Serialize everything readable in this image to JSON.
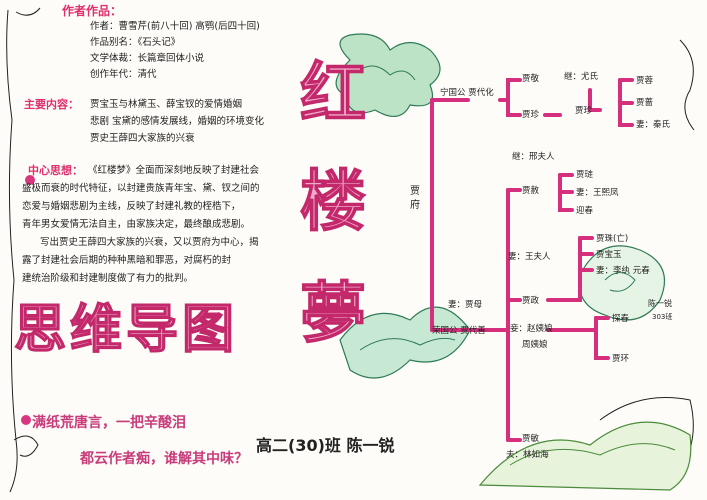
{
  "author_info": {
    "heading": "作者作品：",
    "lines": [
      "作者：曹雪芹(前八十回) 高鹗(后四十回)",
      "作品别名：《石头记》",
      "文学体裁：长篇章回体小说",
      "创作年代：清代"
    ]
  },
  "main_content": {
    "heading": "主要内容：",
    "lines": [
      "贾宝玉与林黛玉、薛宝钗的爱情婚姻",
      "悲剧 宝黛的感情发展线，婚姻的环境变化",
      "贾史王薛四大家族的兴衰"
    ]
  },
  "central_idea": {
    "heading": "中心思想：",
    "lines": [
      "《红楼梦》全面而深刻地反映了封建社会",
      "盛极而衰的时代特征，以封建贵族青年宝、黛、钗之间的",
      "恋爱与婚姻悲剧为主线，反映了封建礼教的桎梏下，",
      "青年男女爱情无法自主，由家族决定，最终酿成悲剧。",
      "写出贾史王薛四大家族的兴衰，又以贾府为中心，揭",
      "露了封建社会后期的种种黑暗和罪恶，对腐朽的封",
      "建统治阶级和封建制度做了有力的批判。"
    ]
  },
  "title": {
    "vertical": [
      "红",
      "楼",
      "夢"
    ],
    "horizontal": "思维导图"
  },
  "poem": {
    "line1": "满纸荒唐言，一把辛酸泪",
    "line2": "都云作者痴，谁解其中味？"
  },
  "student": "高二(30)班 陈一锐",
  "corner_note": {
    "name": "陈一锐",
    "class": "303班"
  },
  "tree": {
    "root": "贾府",
    "ningguo": "宁国公 贾代化",
    "rongguo": "荣国公 贾代善",
    "rong_wife": "妻：贾母",
    "jiajing": "贾敬",
    "jiazhen": "贾珍",
    "youshi": "继：尤氏",
    "ning_children": [
      "贾蓉",
      "贾蔷",
      "妻：秦氏"
    ],
    "jiashe": "贾赦",
    "she_wife": "继：邢夫人",
    "she_children": [
      "贾琏",
      "妻：王熙凤",
      "迎春"
    ],
    "jiazheng": "贾政",
    "zheng_wife": "妻：王夫人",
    "zheng_children": [
      "贾珠(亡)",
      "贾宝玉",
      "妻：李纨 元春"
    ],
    "concubines": [
      "妾：赵姨娘",
      "周姨娘"
    ],
    "concubine_children": [
      "探春",
      "贾环"
    ],
    "jiamin": "贾敏",
    "min_husband": "夫：林如海"
  }
}
